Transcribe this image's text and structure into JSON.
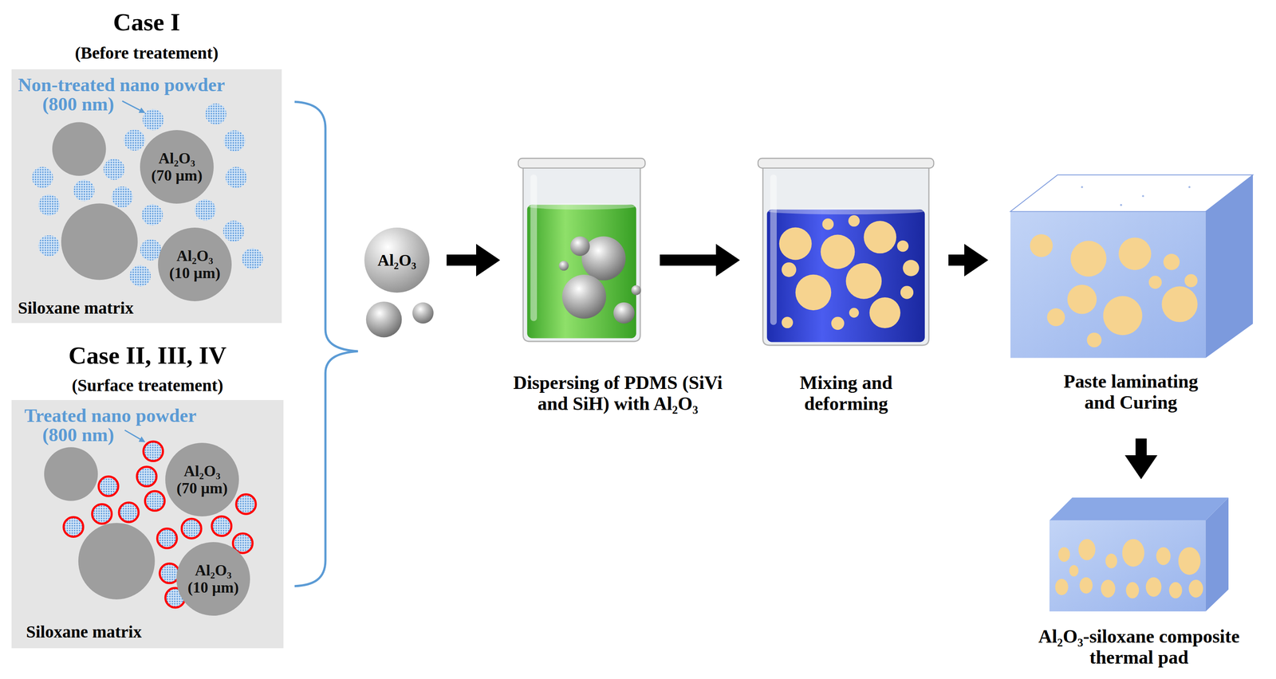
{
  "diagram": {
    "nodes": [
      {
        "text": [
          "Case I",
          "(Before treatement)",
          "Siloxane matrix"
        ]
      },
      {
        "text": [
          "Al₂O₃ (70 μm)"
        ],
        "in": 0
      },
      {
        "text": [
          "Al₂O₃ (10 μm)"
        ],
        "in": 0
      },
      {
        "text": [
          "Case II, III, IV",
          "(Surface treatement)",
          "Siloxane matrix"
        ]
      },
      {
        "text": [
          "Al₂O₃ (70 μm)"
        ],
        "in": 3
      },
      {
        "text": [
          "Al₂O₃ (10 μm)"
        ],
        "in": 3
      },
      {
        "text": [
          "Al₂O₃"
        ]
      },
      {
        "text": [
          "Dispersing of PDMS (SiVi and SiH) with Al₂O₃"
        ]
      },
      {
        "text": [
          "Mixing and deforming"
        ]
      },
      {
        "text": [
          "Paste laminating and Curing"
        ]
      },
      {
        "text": [
          "Al₂O₃-siloxane composite thermal pad"
        ]
      }
    ],
    "edges": [
      {
        "from": 6,
        "to": 7,
        "arrow": "to"
      },
      {
        "from": 7,
        "to": 8,
        "arrow": "to"
      },
      {
        "from": 8,
        "to": 9,
        "arrow": "to"
      },
      {
        "from": 9,
        "to": 10,
        "arrow": "to"
      }
    ],
    "labels": [
      "Non-treated nano powder (800 nm)",
      "Treated nano powder (800 nm)"
    ]
  }
}
